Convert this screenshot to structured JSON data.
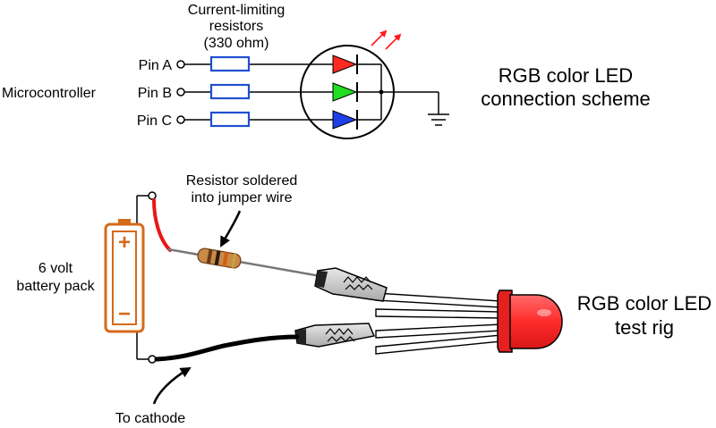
{
  "schematic": {
    "resistor_label_line1": "Current-limiting",
    "resistor_label_line2": "resistors",
    "resistor_label_line3": "(330 ohm)",
    "microcontroller_label": "Microcontroller",
    "pin_a": "Pin A",
    "pin_b": "Pin B",
    "pin_c": "Pin C",
    "title_line1": "RGB color LED",
    "title_line2": "connection scheme",
    "led_colors": {
      "red": "#ff2a1f",
      "green": "#22dd22",
      "blue": "#1e3ee6"
    },
    "resistor_color": "#1f4fd1"
  },
  "test_rig": {
    "resistor_callout_line1": "Resistor soldered",
    "resistor_callout_line2": "into jumper wire",
    "battery_line1": "6 volt",
    "battery_line2": "battery pack",
    "battery_plus": "+",
    "battery_minus": "−",
    "cathode_label": "To cathode",
    "title_line1": "RGB color LED",
    "title_line2": "test rig",
    "battery_color": "#d46a1a",
    "led_body_color": "#ff2b2b"
  }
}
